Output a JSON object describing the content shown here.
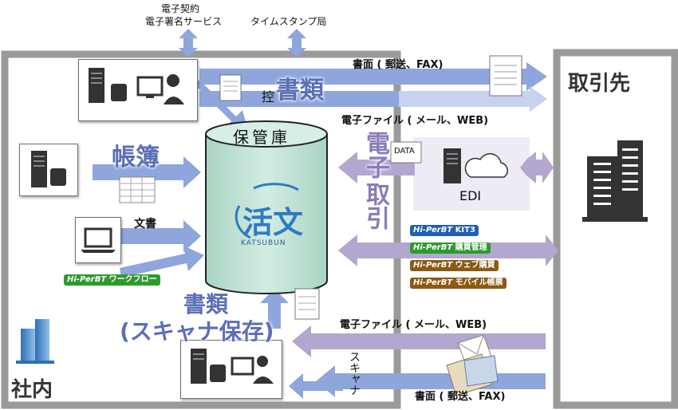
{
  "top_services": {
    "signature_line1": "電子契約",
    "signature_line2": "電子署名サービス",
    "timestamp": "タイムスタンプ局"
  },
  "partner_label": "取引先",
  "company_label": "社内",
  "storage": {
    "label": "保管庫",
    "logo_text": "活文",
    "logo_sub": "KATSUBUN"
  },
  "flows": {
    "docs_big": "書類",
    "hikae": "控",
    "paper_out": "書面 ( 郵送、FAX)",
    "efile_out": "電子ファイル ( メール、WEB)",
    "ledger": "帳簿",
    "ebiz_line1": "電子",
    "ebiz_line2": "取引",
    "data_tag": "DATA",
    "edi": "EDI",
    "bunsho": "文書",
    "scan_docs_line1": "書類",
    "scan_docs_line2": "(スキャナ保存)",
    "efile_in": "電子ファイル ( メール、WEB)",
    "paper_in": "書面 ( 郵送、FAX)",
    "scan_vertical": "スキャナ"
  },
  "products": {
    "brand": "Hi-PerBT",
    "workflow": "ワークフロー",
    "kit3": "KIT3",
    "purchase_mgmt": "購買管理",
    "web_purchase": "ウェブ購買",
    "mobile_form": "モバイル帳票"
  },
  "colors": {
    "arrow_blue": "#8ea6db",
    "arrow_purple": "#b3a6cf",
    "cylinder": "#bfe0d2",
    "title_blue": "#5a6fb8",
    "green": "#2e9a2e",
    "brown": "#8b5a14",
    "gray_frame": "#9a9a9a"
  }
}
